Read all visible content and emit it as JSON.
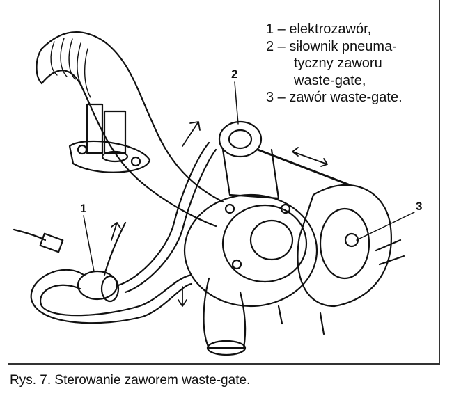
{
  "legend": {
    "item1": "1 – elektrozawór,",
    "item2_line1": "2 – siłownik pneuma-",
    "item2_line2": "tyczny zaworu",
    "item2_line3": "waste-gate,",
    "item3": "3 – zawór waste-gate."
  },
  "callouts": {
    "n1": "1",
    "n2": "2",
    "n3": "3"
  },
  "caption": "Rys. 7. Sterowanie zaworem waste-gate."
}
